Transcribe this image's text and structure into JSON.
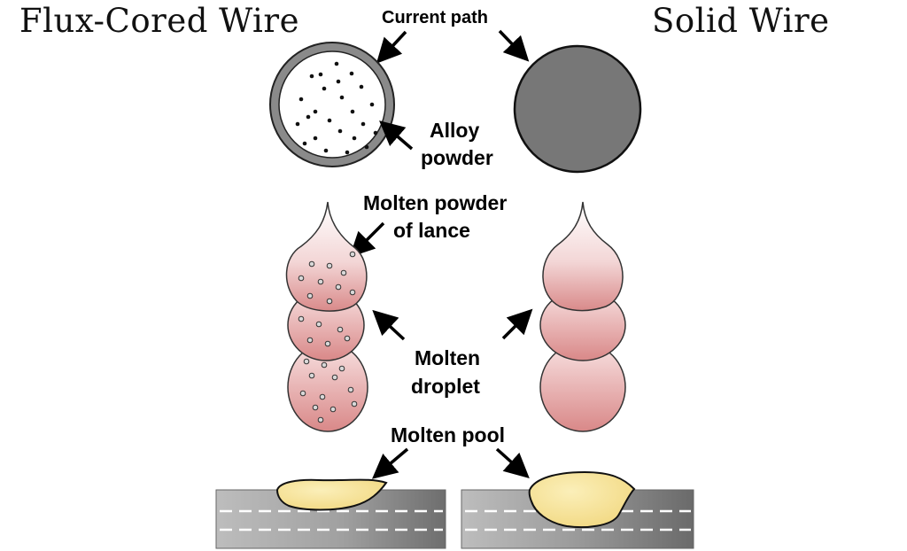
{
  "titles": {
    "left": "Flux-Cored Wire",
    "right": "Solid Wire"
  },
  "labels": {
    "current_path": "Current path",
    "alloy_powder_line1": "Alloy",
    "alloy_powder_line2": "powder",
    "molten_powder_line1": "Molten powder",
    "molten_powder_line2": "of lance",
    "molten_droplet_line1": "Molten",
    "molten_droplet_line2": "droplet",
    "molten_pool": "Molten pool"
  },
  "colors": {
    "sheath_gray": "#7a7a7a",
    "solid_wire_gray": "#777777",
    "droplet_pink": "#d98888",
    "pool_yellow": "#f7e39a",
    "plate_gray": "#a9a9a9"
  },
  "icons": {
    "arrow": "arrow-icon",
    "particle": "powder-particle-icon"
  }
}
